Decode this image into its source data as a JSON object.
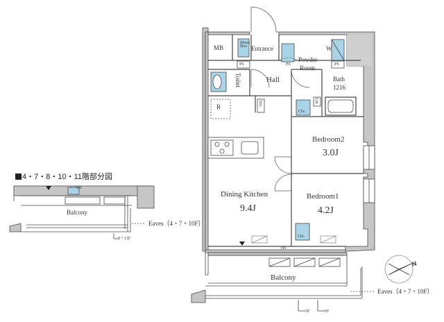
{
  "partial_plan": {
    "title": "4・7・8・10・11階部分図",
    "balcony": "Balcony",
    "eaves": "Eaves（4・7・10F）",
    "floor_note": "8・11F",
    "hs": "HS"
  },
  "rooms": {
    "mb": "MB",
    "shoes_box": "Shoes Box",
    "entrance": "Entrance",
    "ps1": "PS",
    "ps2": "PS",
    "ps3": "PS",
    "washer": "W",
    "powder_room_1": "Powder",
    "powder_room_2": "Room",
    "toilet": "Toilet",
    "hall": "Hall",
    "bath_1": "Bath",
    "bath_2": "1216",
    "ref": "R",
    "storage": "Sto.",
    "linen": "Lin",
    "closet1": "Clo.",
    "closet2": "Clo.",
    "bedroom2_name": "Bedroom2",
    "bedroom2_size": "3.0J",
    "dining_name": "Dining Kitchen",
    "dining_size": "9.4J",
    "bedroom1_name": "Bedroom1",
    "bedroom1_size": "4.2J",
    "hs": "HS",
    "balcony": "Balcony",
    "eaves": "Eaves（4・7・10F）",
    "floor5": "5F",
    "floor6": "6F"
  },
  "compass": {
    "north": "N"
  },
  "colors": {
    "wall": "#bfbfbf",
    "line": "#333333",
    "fixture": "#a9d4e8"
  }
}
